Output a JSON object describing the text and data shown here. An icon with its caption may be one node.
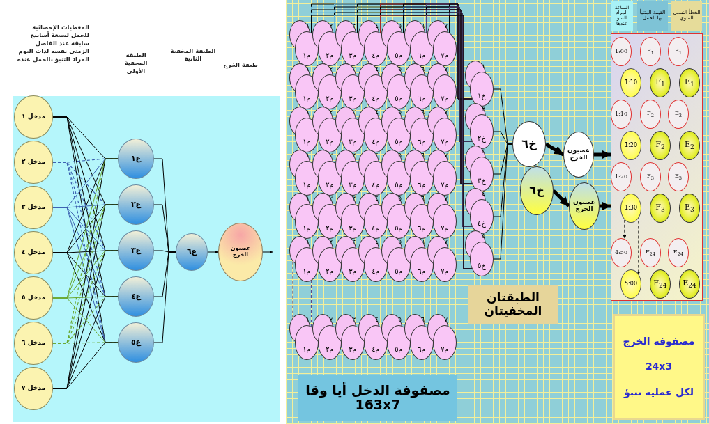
{
  "diagram": {
    "nodes": [
      {
        "text": [
          "مدخل ١"
        ]
      },
      {
        "text": [
          "مدخل ٢"
        ]
      },
      {
        "text": [
          "مدخل ٣"
        ]
      },
      {
        "text": [
          "مدخل ٤"
        ]
      },
      {
        "text": [
          "مدخل ٥"
        ]
      },
      {
        "text": [
          "مدخل ٦"
        ]
      },
      {
        "text": [
          "مدخل ٧"
        ]
      },
      {
        "text": [
          "ع١"
        ]
      },
      {
        "text": [
          "ع٢"
        ]
      },
      {
        "text": [
          "ع٣"
        ]
      },
      {
        "text": [
          "ع٤"
        ]
      },
      {
        "text": [
          "ع٥"
        ]
      },
      {
        "text": [
          "ع٦"
        ]
      },
      {
        "text": [
          "عصبون الخرج"
        ]
      },
      {
        "text": [
          "١"
        ]
      },
      {
        "text": [
          "م١"
        ]
      },
      {
        "text": [
          "٢"
        ]
      },
      {
        "text": [
          "م٢"
        ]
      },
      {
        "text": [
          "٣"
        ]
      },
      {
        "text": [
          "م٣"
        ]
      },
      {
        "text": [
          "٤"
        ]
      },
      {
        "text": [
          "م٤"
        ]
      },
      {
        "text": [
          "٥"
        ]
      },
      {
        "text": [
          "م٥"
        ]
      },
      {
        "text": [
          "٦"
        ]
      },
      {
        "text": [
          "م٦"
        ]
      },
      {
        "text": [
          "٧"
        ]
      },
      {
        "text": [
          "م٧"
        ]
      },
      {
        "text": [
          "١"
        ]
      },
      {
        "text": [
          "م١"
        ]
      },
      {
        "text": [
          "٢"
        ]
      },
      {
        "text": [
          "م٢"
        ]
      },
      {
        "text": [
          "٣"
        ]
      },
      {
        "text": [
          "م٣"
        ]
      },
      {
        "text": [
          "٤"
        ]
      },
      {
        "text": [
          "م٤"
        ]
      },
      {
        "text": [
          "٥"
        ]
      },
      {
        "text": [
          "م٥"
        ]
      },
      {
        "text": [
          "٦"
        ]
      },
      {
        "text": [
          "م٦"
        ]
      },
      {
        "text": [
          "٧"
        ]
      },
      {
        "text": [
          "م٧"
        ]
      },
      {
        "text": [
          "١"
        ]
      },
      {
        "text": [
          "م١"
        ]
      },
      {
        "text": [
          "٢"
        ]
      },
      {
        "text": [
          "م٢"
        ]
      },
      {
        "text": [
          "٣"
        ]
      },
      {
        "text": [
          "م٣"
        ]
      },
      {
        "text": [
          "٤"
        ]
      },
      {
        "text": [
          "م٤"
        ]
      },
      {
        "text": [
          "٥"
        ]
      },
      {
        "text": [
          "م٥"
        ]
      },
      {
        "text": [
          "٦"
        ]
      },
      {
        "text": [
          "م٦"
        ]
      },
      {
        "text": [
          "٧"
        ]
      },
      {
        "text": [
          "م٧"
        ]
      },
      {
        "text": [
          "١"
        ]
      },
      {
        "text": [
          "م١"
        ]
      },
      {
        "text": [
          "٢"
        ]
      },
      {
        "text": [
          "م٢"
        ]
      },
      {
        "text": [
          "٣"
        ]
      },
      {
        "text": [
          "م٣"
        ]
      },
      {
        "text": [
          "٤"
        ]
      },
      {
        "text": [
          "م٤"
        ]
      },
      {
        "text": [
          "٥"
        ]
      },
      {
        "text": [
          "م٥"
        ]
      },
      {
        "text": [
          "٦"
        ]
      },
      {
        "text": [
          "م٦"
        ]
      },
      {
        "text": [
          "٧"
        ]
      },
      {
        "text": [
          "م٧"
        ]
      },
      {
        "text": [
          "١"
        ]
      },
      {
        "text": [
          "م١"
        ]
      },
      {
        "text": [
          "٢"
        ]
      },
      {
        "text": [
          "م٢"
        ]
      },
      {
        "text": [
          "٣"
        ]
      },
      {
        "text": [
          "م٣"
        ]
      },
      {
        "text": [
          "٤"
        ]
      },
      {
        "text": [
          "م٤"
        ]
      },
      {
        "text": [
          "٥"
        ]
      },
      {
        "text": [
          "م٥"
        ]
      },
      {
        "text": [
          "٦"
        ]
      },
      {
        "text": [
          "م٦"
        ]
      },
      {
        "text": [
          "٧"
        ]
      },
      {
        "text": [
          "م٧"
        ]
      },
      {
        "text": [
          "١"
        ]
      },
      {
        "text": [
          "م١"
        ]
      },
      {
        "text": [
          "٢"
        ]
      },
      {
        "text": [
          "م٢"
        ]
      },
      {
        "text": [
          "٣"
        ]
      },
      {
        "text": [
          "م٣"
        ]
      },
      {
        "text": [
          "٤"
        ]
      },
      {
        "text": [
          "م٤"
        ]
      },
      {
        "text": [
          "٥"
        ]
      },
      {
        "text": [
          "م٥"
        ]
      },
      {
        "text": [
          "٦"
        ]
      },
      {
        "text": [
          "م٦"
        ]
      },
      {
        "text": [
          "٧"
        ]
      },
      {
        "text": [
          "م٧"
        ]
      },
      {
        "text": [
          "١"
        ]
      },
      {
        "text": [
          "م١"
        ]
      },
      {
        "text": [
          "٢"
        ]
      },
      {
        "text": [
          "م٢"
        ]
      },
      {
        "text": [
          "٣"
        ]
      },
      {
        "text": [
          "م٣"
        ]
      },
      {
        "text": [
          "٤"
        ]
      },
      {
        "text": [
          "م٤"
        ]
      },
      {
        "text": [
          "٥"
        ]
      },
      {
        "text": [
          "م٥"
        ]
      },
      {
        "text": [
          "٦"
        ]
      },
      {
        "text": [
          "م٦"
        ]
      },
      {
        "text": [
          "٧"
        ]
      },
      {
        "text": [
          "م٧"
        ]
      },
      {
        "text": [
          "١"
        ]
      },
      {
        "text": [
          "خ١"
        ]
      },
      {
        "text": [
          "٢"
        ]
      },
      {
        "text": [
          "خ٢"
        ]
      },
      {
        "text": [
          "٣"
        ]
      },
      {
        "text": [
          "خ٣"
        ]
      },
      {
        "text": [
          "٤"
        ]
      },
      {
        "text": [
          "خ٤"
        ]
      },
      {
        "text": [
          "٥"
        ]
      },
      {
        "text": [
          "خ٥"
        ]
      },
      {
        "text": [
          "خ٦"
        ]
      },
      {
        "text": [
          "خ٦"
        ]
      },
      {
        "text": [
          "عصبون الخرج"
        ]
      },
      {
        "text": [
          "عصبون الخرج"
        ]
      },
      {
        "text": [
          "الساعة المراد التنبؤ عندها"
        ]
      },
      {
        "text": [
          "القيمة المتنبأ بها للحمل"
        ]
      },
      {
        "text": [
          "الخطأ النسبي المئوي"
        ]
      },
      {
        "text": [],
        "shape": "box"
      },
      {
        "text": [
          "1:00"
        ],
        "in": 129
      },
      {
        "text": [
          "F$_{1}$"
        ],
        "in": 129
      },
      {
        "text": [
          "E$_{1}$"
        ],
        "in": 129
      },
      {
        "text": [
          "1:10"
        ],
        "in": 129
      },
      {
        "text": [
          "F$_{1}$"
        ],
        "in": 129
      },
      {
        "text": [
          "E$_{1}$"
        ],
        "in": 129
      },
      {
        "text": [
          "1:10"
        ],
        "in": 129
      },
      {
        "text": [
          "F$_{2}$"
        ],
        "in": 129
      },
      {
        "text": [
          "E$_{2}$"
        ],
        "in": 129
      },
      {
        "text": [
          "1:20"
        ],
        "in": 129
      },
      {
        "text": [
          "F$_{2}$"
        ],
        "in": 129
      },
      {
        "text": [
          "E$_{2}$"
        ],
        "in": 129
      },
      {
        "text": [
          "1:20"
        ],
        "in": 129
      },
      {
        "text": [
          "F$_{3}$"
        ],
        "in": 129
      },
      {
        "text": [
          "E$_{3}$"
        ],
        "in": 129
      },
      {
        "text": [
          "1:30"
        ],
        "in": 129
      },
      {
        "text": [
          "F$_{3}$"
        ],
        "in": 129
      },
      {
        "text": [
          "E$_{3}$"
        ],
        "in": 129
      },
      {
        "text": [
          "4:50"
        ],
        "in": 129
      },
      {
        "text": [
          "F$_{24}$"
        ],
        "in": 129
      },
      {
        "text": [
          "E$_{24}$"
        ],
        "in": 129
      },
      {
        "text": [
          "5:00"
        ],
        "in": 129
      },
      {
        "text": [
          "F$_{24}$"
        ],
        "in": 129
      },
      {
        "text": [
          "E$_{24}$"
        ],
        "in": 129
      },
      {
        "text": [
          "الطبقتان المخفيتان"
        ]
      },
      {
        "text": [
          "مصفوفة الدخل أيا وقا 163x7"
        ]
      },
      {
        "text": [
          "مصفوفة الخرج",
          "24x3",
          "لكل عملية تنبؤ"
        ]
      }
    ],
    "edges": [
      {
        "from": 0,
        "to": 7,
        "arrow": "none"
      },
      {
        "from": 0,
        "to": 8,
        "arrow": "none"
      },
      {
        "from": 0,
        "to": 9,
        "arrow": "none"
      },
      {
        "from": 0,
        "to": 10,
        "arrow": "none"
      },
      {
        "from": 0,
        "to": 11,
        "arrow": "none"
      },
      {
        "from": 1,
        "to": 7,
        "arrow": "none",
        "style": "dashed",
        "color": "#3a5fb0"
      },
      {
        "from": 1,
        "to": 8,
        "arrow": "none",
        "style": "dashed",
        "color": "#3a5fb0"
      },
      {
        "from": 1,
        "to": 9,
        "arrow": "none",
        "style": "dashed",
        "color": "#3a5fb0"
      },
      {
        "from": 1,
        "to": 10,
        "arrow": "none",
        "style": "dashed",
        "color": "#3a5fb0"
      },
      {
        "from": 1,
        "to": 11,
        "arrow": "none",
        "style": "dashed",
        "color": "#3a5fb0"
      },
      {
        "from": 2,
        "to": 7,
        "arrow": "none",
        "color": "#3a5fb0"
      },
      {
        "from": 2,
        "to": 8,
        "arrow": "none",
        "color": "#3a5fb0"
      },
      {
        "from": 2,
        "to": 9,
        "arrow": "none",
        "color": "#3a5fb0"
      },
      {
        "from": 2,
        "to": 10,
        "arrow": "none",
        "color": "#3a5fb0"
      },
      {
        "from": 2,
        "to": 11,
        "arrow": "none",
        "color": "#3a5fb0"
      },
      {
        "from": 3,
        "to": 7,
        "arrow": "none"
      },
      {
        "from": 3,
        "to": 8,
        "arrow": "none"
      },
      {
        "from": 3,
        "to": 9,
        "arrow": "none"
      },
      {
        "from": 3,
        "to": 10,
        "arrow": "none"
      },
      {
        "from": 3,
        "to": 11,
        "arrow": "none"
      },
      {
        "from": 4,
        "to": 7,
        "arrow": "none",
        "color": "#6aa832"
      },
      {
        "from": 4,
        "to": 8,
        "arrow": "none",
        "color": "#6aa832"
      },
      {
        "from": 4,
        "to": 9,
        "arrow": "none",
        "color": "#6aa832"
      },
      {
        "from": 4,
        "to": 10,
        "arrow": "none",
        "color": "#6aa832"
      },
      {
        "from": 4,
        "to": 11,
        "arrow": "none",
        "color": "#6aa832"
      },
      {
        "from": 5,
        "to": 7,
        "arrow": "none",
        "style": "dashed",
        "color": "#6aa832"
      },
      {
        "from": 5,
        "to": 8,
        "arrow": "none",
        "style": "dashed",
        "color": "#6aa832"
      },
      {
        "from": 5,
        "to": 9,
        "arrow": "none",
        "style": "dashed",
        "color": "#6aa832"
      },
      {
        "from": 5,
        "to": 10,
        "arrow": "none",
        "style": "dashed",
        "color": "#6aa832"
      },
      {
        "from": 5,
        "to": 11,
        "arrow": "none",
        "style": "dashed",
        "color": "#6aa832"
      },
      {
        "from": 6,
        "to": 7,
        "arrow": "none"
      },
      {
        "from": 6,
        "to": 8,
        "arrow": "none"
      },
      {
        "from": 6,
        "to": 9,
        "arrow": "none"
      },
      {
        "from": 6,
        "to": 10,
        "arrow": "none"
      },
      {
        "from": 6,
        "to": 11,
        "arrow": "none"
      },
      {
        "from": 7,
        "to": 12,
        "arrow": "none"
      },
      {
        "from": 8,
        "to": 12,
        "arrow": "none"
      },
      {
        "from": 9,
        "to": 12,
        "arrow": "none"
      },
      {
        "from": 10,
        "to": 12,
        "arrow": "none"
      },
      {
        "from": 11,
        "to": 12,
        "arrow": "none"
      },
      {
        "from": 12,
        "to": 13,
        "arrow": "to"
      },
      {
        "from": 13,
        "to": null,
        "arrow": "to"
      },
      {
        "from": 15,
        "to": 113,
        "arrow": "none"
      },
      {
        "from": 15,
        "to": 115,
        "arrow": "none",
        "color": "#6bb7d6"
      },
      {
        "from": 15,
        "to": 117,
        "arrow": "none"
      },
      {
        "from": 15,
        "to": 119,
        "arrow": "none",
        "color": "#6bb7d6"
      },
      {
        "from": 15,
        "to": 121,
        "arrow": "none"
      },
      {
        "from": 17,
        "to": 113,
        "arrow": "none",
        "color": "#6bb7d6"
      },
      {
        "from": 17,
        "to": 115,
        "arrow": "none"
      },
      {
        "from": 17,
        "to": 117,
        "arrow": "none",
        "color": "#6bb7d6"
      },
      {
        "from": 17,
        "to": 119,
        "arrow": "none"
      },
      {
        "from": 17,
        "to": 121,
        "arrow": "none",
        "color": "#6bb7d6"
      },
      {
        "from": 19,
        "to": 113,
        "arrow": "none"
      },
      {
        "from": 19,
        "to": 115,
        "arrow": "none",
        "color": "#9fb96a"
      },
      {
        "from": 19,
        "to": 117,
        "arrow": "none"
      },
      {
        "from": 19,
        "to": 119,
        "arrow": "none",
        "color": "#9fb96a"
      },
      {
        "from": 19,
        "to": 121,
        "arrow": "none"
      },
      {
        "from": 21,
        "to": 113,
        "arrow": "none",
        "color": "#a52a2a"
      },
      {
        "from": 21,
        "to": 115,
        "arrow": "none"
      },
      {
        "from": 21,
        "to": 117,
        "arrow": "none",
        "color": "#a52a2a"
      },
      {
        "from": 21,
        "to": 119,
        "arrow": "none"
      },
      {
        "from": 21,
        "to": 121,
        "arrow": "none",
        "color": "#a52a2a"
      },
      {
        "from": 23,
        "to": 113,
        "arrow": "none"
      },
      {
        "from": 23,
        "to": 115,
        "arrow": "none",
        "color": "#2a5fa0"
      },
      {
        "from": 23,
        "to": 117,
        "arrow": "none"
      },
      {
        "from": 23,
        "to": 119,
        "arrow": "none",
        "color": "#2a5fa0"
      },
      {
        "from": 23,
        "to": 121,
        "arrow": "none"
      },
      {
        "from": 25,
        "to": 113,
        "arrow": "none",
        "color": "#5a3f7a"
      },
      {
        "from": 25,
        "to": 115,
        "arrow": "none"
      },
      {
        "from": 25,
        "to": 117,
        "arrow": "none",
        "color": "#5a3f7a"
      },
      {
        "from": 25,
        "to": 119,
        "arrow": "none"
      },
      {
        "from": 25,
        "to": 121,
        "arrow": "none",
        "color": "#5a3f7a"
      },
      {
        "from": 27,
        "to": 113,
        "arrow": "none"
      },
      {
        "from": 27,
        "to": 115,
        "arrow": "none",
        "color": "#5a3f7a"
      },
      {
        "from": 27,
        "to": 117,
        "arrow": "none"
      },
      {
        "from": 27,
        "to": 119,
        "arrow": "none",
        "color": "#5a3f7a"
      },
      {
        "from": 27,
        "to": 121,
        "arrow": "none"
      },
      {
        "from": 84,
        "to": 98,
        "arrow": "none",
        "style": "dashed",
        "color": "#5a4a8a"
      },
      {
        "from": 85,
        "to": 99,
        "arrow": "none",
        "style": "dashed",
        "color": "#5a4a8a"
      },
      {
        "from": 113,
        "to": 122,
        "arrow": "none"
      },
      {
        "from": 115,
        "to": 122,
        "arrow": "none"
      },
      {
        "from": 117,
        "to": 122,
        "arrow": "none"
      },
      {
        "from": 119,
        "to": 122,
        "arrow": "none"
      },
      {
        "from": 121,
        "to": 122,
        "arrow": "none"
      },
      {
        "from": 122,
        "to": 124,
        "arrow": "to",
        "style": "thick"
      },
      {
        "from": 123,
        "to": 125,
        "arrow": "to",
        "style": "thick"
      },
      {
        "from": 124,
        "to": 129,
        "arrow": "to",
        "style": "thick"
      },
      {
        "from": 125,
        "to": 129,
        "arrow": "to",
        "style": "thick"
      },
      {
        "from": 145,
        "to": 148,
        "arrow": "to",
        "style": "dashed"
      },
      {
        "from": 145,
        "to": 151,
        "arrow": "to",
        "style": "dashed"
      }
    ],
    "labels": [
      "المعطيات الإحصائية للحمل لسبعة أسابيع سابقة عند الفاصل الزمني نفسه لذات اليوم المراد التنبؤ بالحمل عنده",
      "الطبقة المخفية الأولى",
      "الطبقة المخفية الثانية",
      "طبقة الخرج"
    ]
  }
}
